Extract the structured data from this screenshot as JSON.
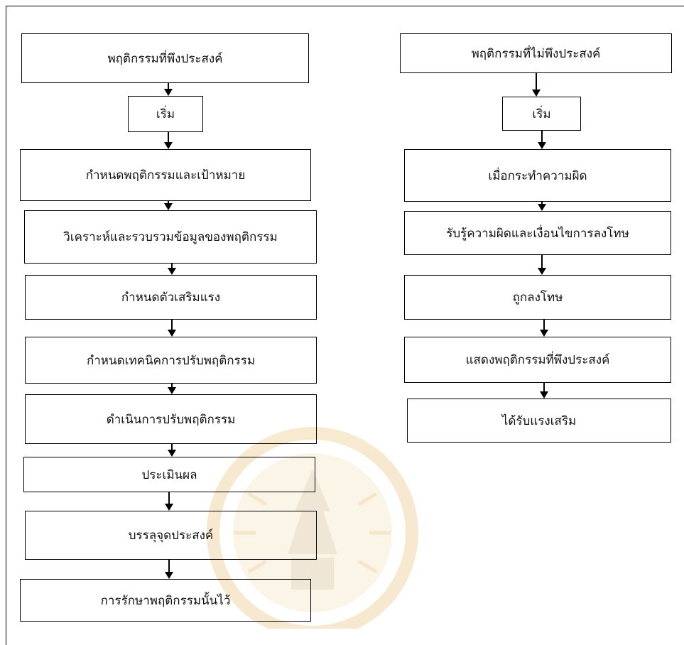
{
  "left_column": {
    "steps": [
      "พฤติกรรมที่พึงประสงค์",
      "เริ่ม",
      "กำหนดพฤติกรรมและเป้าหมาย",
      "วิเคราะห์และรวบรวมข้อมูลของพฤติกรรม",
      "กำหนดตัวเสริมแรง",
      "กำหนดเทคนิคการปรับพฤติกรรม",
      "ดำเนินการปรับพฤติกรรม",
      "ประเมินผล",
      "บรรลุจุดประสงค์",
      "การรักษาพฤติกรรมนั้นไว้"
    ]
  },
  "right_column": {
    "steps": [
      "พฤติกรรมที่ไม่พึงประสงค์",
      "เริ่ม",
      "เมื่อกระทำความผิด",
      "รับรู้ความผิดและเงื่อนไขการลงโทษ",
      "ถูกลงโทษ",
      "แสดงพฤติกรรมที่พึงประสงค์",
      "ได้รับแรงเสริม"
    ]
  },
  "colors": {
    "line": "#000000",
    "text": "#111111",
    "watermark": "#f0d9a8"
  }
}
